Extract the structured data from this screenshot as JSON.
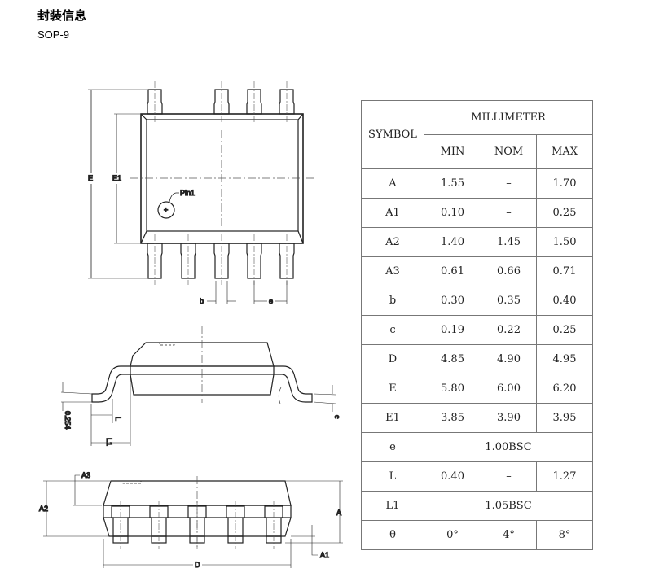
{
  "heading": "封装信息",
  "package": "SOP-9",
  "drawing_labels": {
    "E": "E",
    "E1": "E1",
    "pin1": "Pin1",
    "b": "b",
    "e": "e",
    "L": "L",
    "L1": "L1",
    "gauge": "0.254",
    "c": "c",
    "A": "A",
    "A1": "A1",
    "A2": "A2",
    "A3": "A3",
    "D": "D"
  },
  "table": {
    "symbol_header": "SYMBOL",
    "unit_header": "MILLIMETER",
    "columns": [
      "MIN",
      "NOM",
      "MAX"
    ],
    "rows": [
      {
        "symbol": "A",
        "min": "1.55",
        "nom": "–",
        "max": "1.70"
      },
      {
        "symbol": "A1",
        "min": "0.10",
        "nom": "–",
        "max": "0.25"
      },
      {
        "symbol": "A2",
        "min": "1.40",
        "nom": "1.45",
        "max": "1.50"
      },
      {
        "symbol": "A3",
        "min": "0.61",
        "nom": "0.66",
        "max": "0.71"
      },
      {
        "symbol": "b",
        "min": "0.30",
        "nom": "0.35",
        "max": "0.40"
      },
      {
        "symbol": "c",
        "min": "0.19",
        "nom": "0.22",
        "max": "0.25"
      },
      {
        "symbol": "D",
        "min": "4.85",
        "nom": "4.90",
        "max": "4.95"
      },
      {
        "symbol": "E",
        "min": "5.80",
        "nom": "6.00",
        "max": "6.20"
      },
      {
        "symbol": "E1",
        "min": "3.85",
        "nom": "3.90",
        "max": "3.95"
      },
      {
        "symbol": "e",
        "span": "1.00BSC"
      },
      {
        "symbol": "L",
        "min": "0.40",
        "nom": "–",
        "max": "1.27"
      },
      {
        "symbol": "L1",
        "span": "1.05BSC"
      },
      {
        "symbol": "θ",
        "min": "0°",
        "nom": "4°",
        "max": "8°"
      }
    ]
  }
}
